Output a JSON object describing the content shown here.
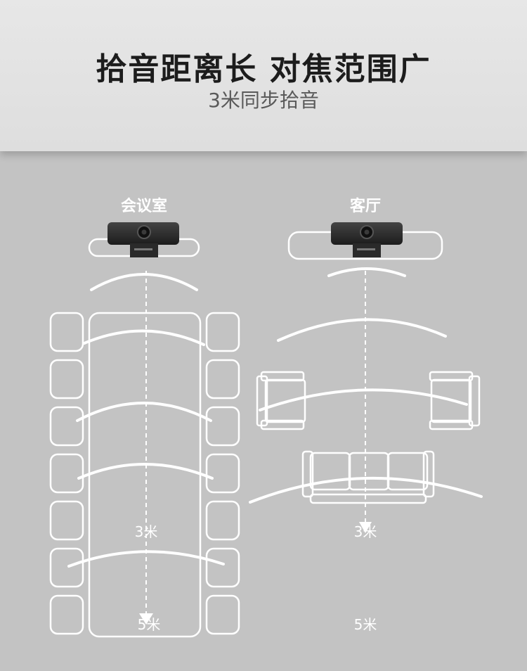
{
  "header": {
    "title": "拾音距离长 对焦范围广",
    "subtitle": "3米同步拾音"
  },
  "scenes": {
    "meeting_room": {
      "label": "会议室",
      "mark_3m": "3米",
      "mark_5m": "5米"
    },
    "living_room": {
      "label": "客厅",
      "mark_3m": "3米",
      "mark_5m": "5米"
    }
  },
  "colors": {
    "header_bg": "#e3e3e3",
    "scene_bg": "#c3c3c3",
    "line": "#ffffff",
    "webcam_body": "#2c2c2c"
  }
}
